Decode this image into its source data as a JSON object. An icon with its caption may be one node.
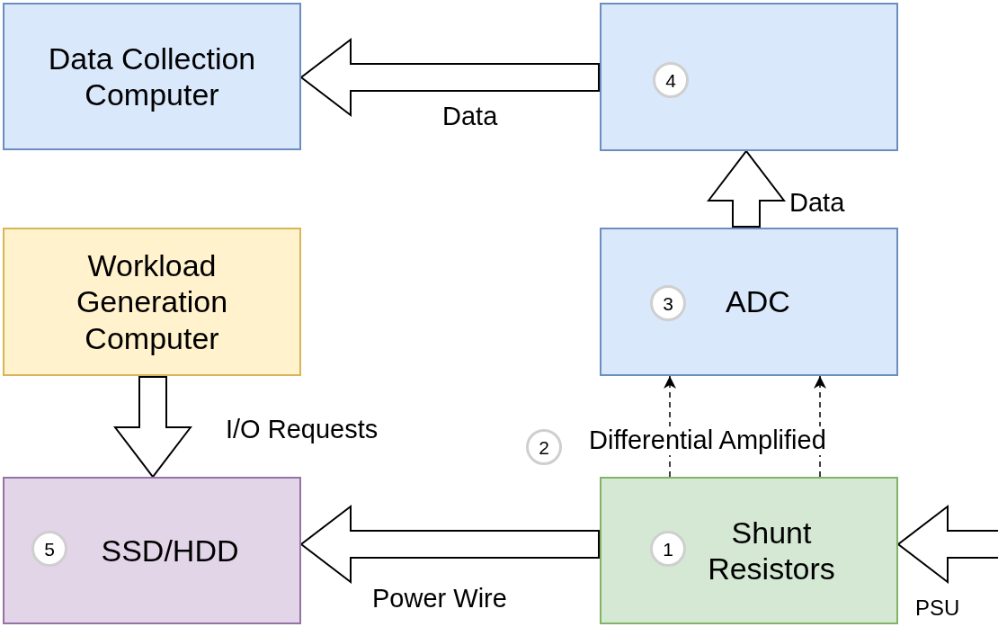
{
  "diagram": {
    "nodes": [
      {
        "text": [
          "Data Collection Computer"
        ]
      },
      {
        "text": [],
        "shape": "box"
      },
      {
        "text": [
          "4"
        ],
        "in": 1
      },
      {
        "text": [
          "Workload Generation Computer"
        ]
      },
      {
        "text": [
          "ADC"
        ]
      },
      {
        "text": [
          "3"
        ],
        "in": 4
      },
      {
        "text": [
          "2"
        ]
      },
      {
        "text": [
          "SSD/HDD"
        ]
      },
      {
        "text": [
          "5"
        ],
        "in": 7
      },
      {
        "text": [
          "Shunt Resistors"
        ]
      },
      {
        "text": [
          "1"
        ],
        "in": 9
      }
    ],
    "edges": [
      {
        "from": 1,
        "to": 0,
        "arrow": "to",
        "label": "Data"
      },
      {
        "from": 4,
        "to": 1,
        "arrow": "to",
        "label": "Data"
      },
      {
        "from": 3,
        "to": 7,
        "arrow": "to",
        "label": "I/O Requests"
      },
      {
        "from": 9,
        "to": 4,
        "arrow": "to",
        "style": "dashed"
      },
      {
        "from": 9,
        "to": 4,
        "arrow": "to",
        "style": "dashed"
      },
      {
        "from": 9,
        "to": 7,
        "arrow": "to",
        "label": "Power Wire"
      },
      {
        "from": null,
        "to": 9,
        "arrow": "to",
        "label": "PSU"
      }
    ],
    "labels": [
      "Differential Amplified"
    ]
  }
}
